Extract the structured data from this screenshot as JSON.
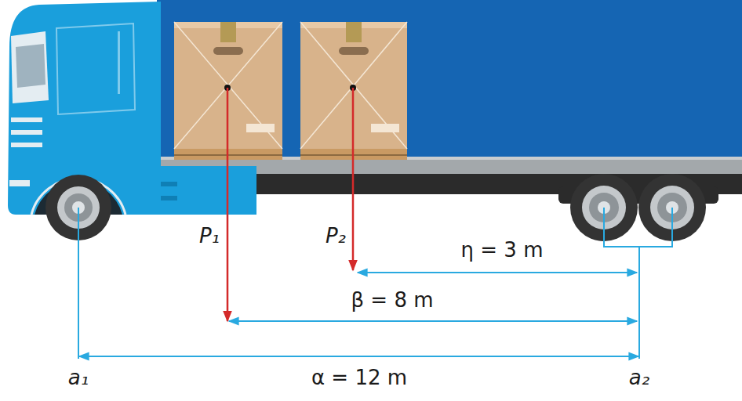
{
  "diagram": {
    "labels": [
      "P₁",
      "P₂",
      "η = 3 m",
      "β = 8 m",
      "α = 12 m",
      "a₁",
      "a₂"
    ]
  }
}
